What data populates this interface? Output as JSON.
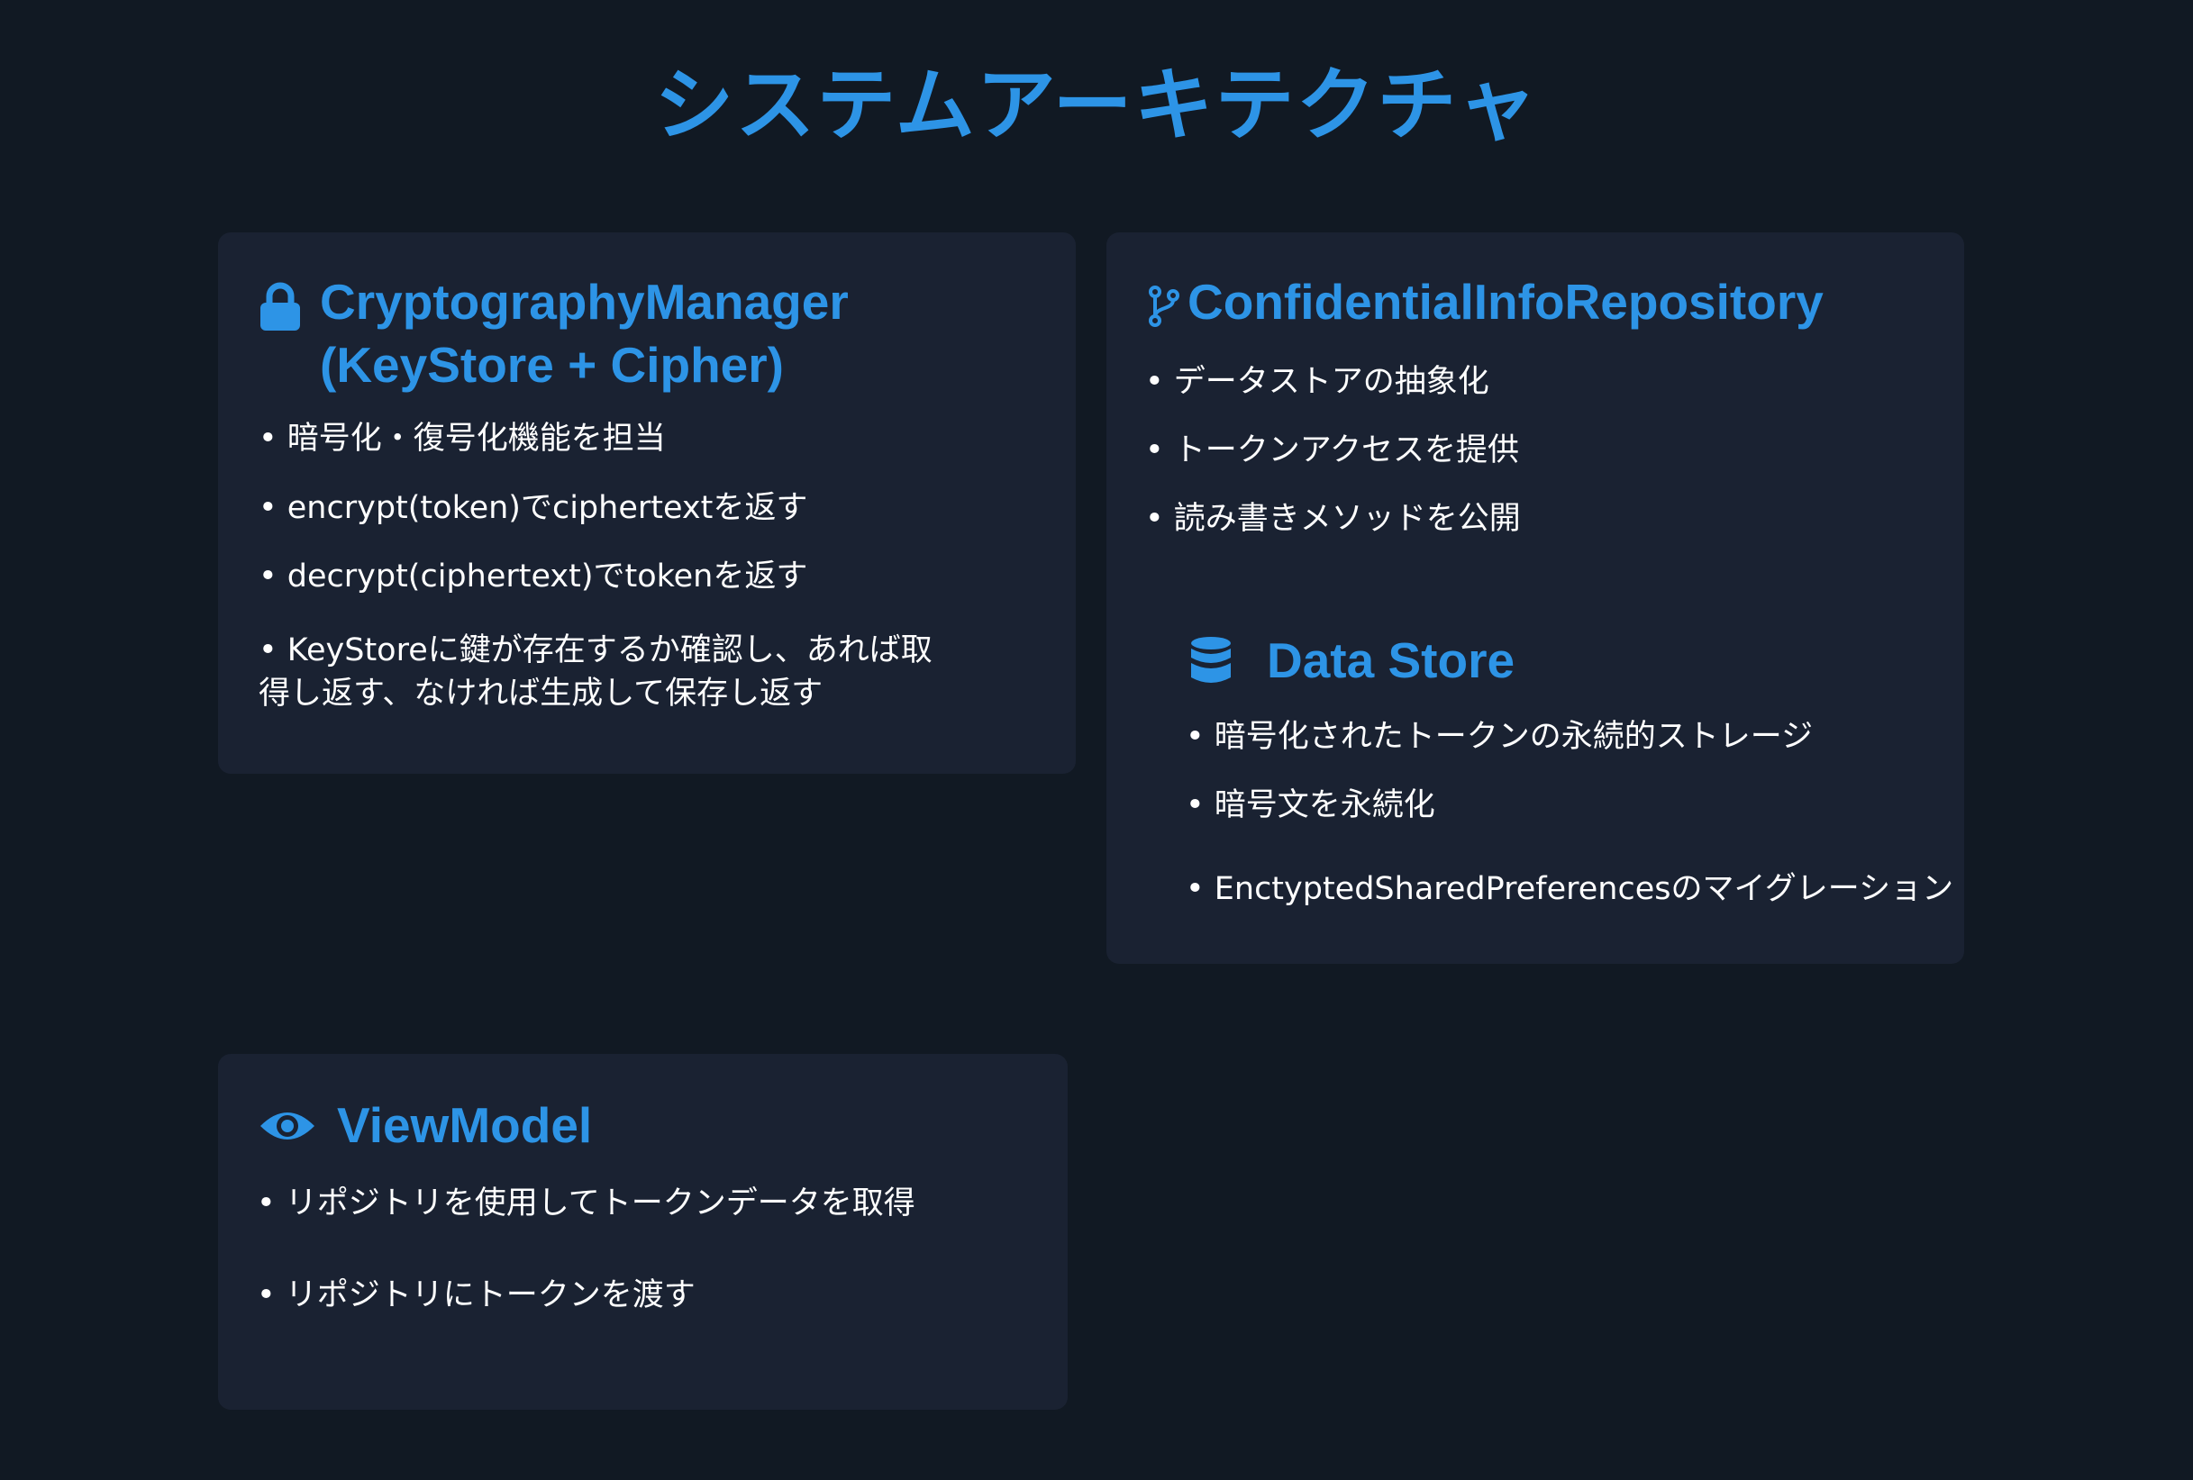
{
  "title": "システムアーキテクチャ",
  "colors": {
    "background": "#111923",
    "card": "#1a2232",
    "accent": "#2d94e6",
    "text": "#ffffff"
  },
  "cards": {
    "crypto": {
      "icon": "lock-icon",
      "title_line1": "CryptographyManager",
      "title_line2": "(KeyStore + Cipher)",
      "bullets": [
        "• 暗号化・復号化機能を担当",
        "• encrypt(token)でciphertextを返す",
        "• decrypt(ciphertext)でtokenを返す",
        "• KeyStoreに鍵が存在するか確認し、あれば取得し返す、なければ生成して保存し返す"
      ]
    },
    "repository": {
      "icon": "git-branch-icon",
      "title": "ConfidentialInfoRepository",
      "bullets": [
        "• データストアの抽象化",
        "• トークンアクセスを提供",
        "• 読み書きメソッドを公開"
      ],
      "datastore": {
        "icon": "database-icon",
        "title": "Data Store",
        "bullets": [
          "• 暗号化されたトークンの永続的ストレージ",
          "• 暗号文を永続化",
          "• EnctyptedSharedPreferencesのマイグレーション"
        ]
      }
    },
    "viewmodel": {
      "icon": "eye-icon",
      "title": "ViewModel",
      "bullets": [
        "• リポジトリを使用してトークンデータを取得",
        "• リポジトリにトークンを渡す"
      ]
    }
  }
}
